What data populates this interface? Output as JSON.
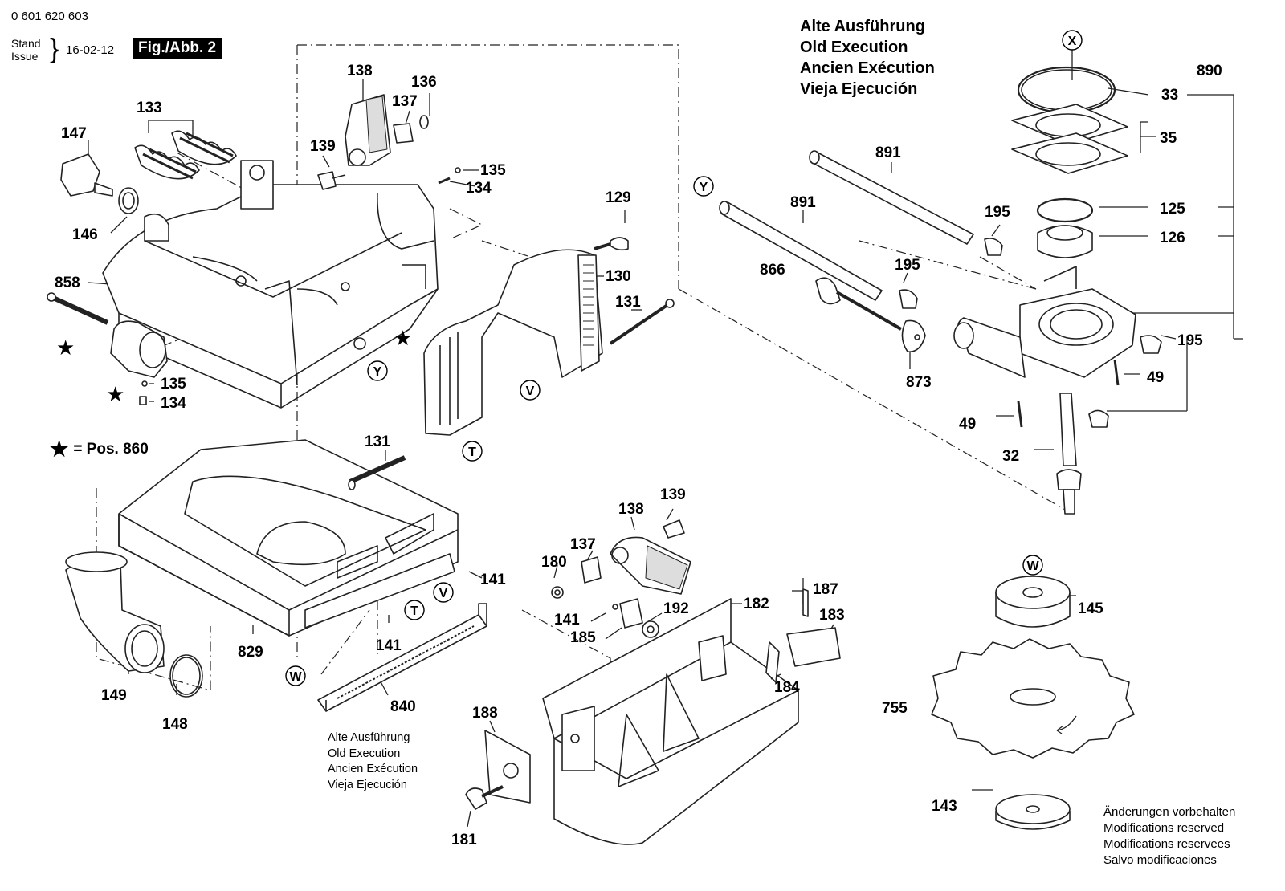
{
  "header": {
    "doc_number": "0 601 620 603",
    "stand": "Stand",
    "issue": "Issue",
    "date": "16-02-12",
    "figure_label": "Fig./Abb. 2"
  },
  "old_execution_header": [
    "Alte Ausführung",
    "Old Execution",
    "Ancien Exécution",
    "Vieja Ejecución"
  ],
  "old_execution_note": [
    "Alte Ausführung",
    "Old Execution",
    "Ancien Exécution",
    "Vieja Ejecución"
  ],
  "modifications_note": [
    "Änderungen vorbehalten",
    "Modifications reserved",
    "Modifications reservees",
    "Salvo modificaciones"
  ],
  "legend": {
    "symbol": "★",
    "text": "= Pos. 860"
  },
  "part_numbers": {
    "p147": "147",
    "p133": "133",
    "p138a": "138",
    "p136": "136",
    "p137a": "137",
    "p139a": "139",
    "p135a": "135",
    "p134a": "134",
    "p146": "146",
    "p858": "858",
    "p129": "129",
    "p130": "130",
    "p131a": "131",
    "p135b": "135",
    "p134b": "134",
    "p131b": "131",
    "p141a": "141",
    "p141b": "141",
    "p829": "829",
    "p149": "149",
    "p148": "148",
    "p840": "840",
    "p139b": "139",
    "p138b": "138",
    "p137b": "137",
    "p180": "180",
    "p141c": "141",
    "p185": "185",
    "p192": "192",
    "p182": "182",
    "p187": "187",
    "p183": "183",
    "p184": "184",
    "p188": "188",
    "p181": "181",
    "p891a": "891",
    "p891b": "891",
    "p866": "866",
    "p195a": "195",
    "p195b": "195",
    "p873": "873",
    "p890": "890",
    "p33": "33",
    "p35": "35",
    "p125": "125",
    "p126": "126",
    "p195c": "195",
    "p49a": "49",
    "p49b": "49",
    "p32": "32",
    "p145": "145",
    "p755": "755",
    "p143": "143"
  },
  "circle_labels": {
    "X": "X",
    "Y1": "Y",
    "Y2": "Y",
    "V1": "V",
    "V2": "V",
    "T1": "T",
    "T2": "T",
    "W1": "W",
    "W2": "W"
  }
}
